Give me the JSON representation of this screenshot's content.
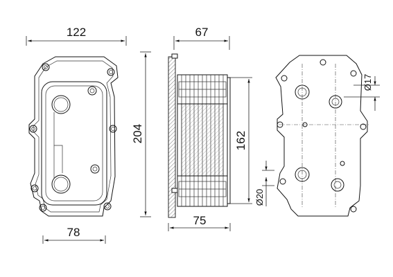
{
  "dimensions": {
    "top_width": "122",
    "bottom_width": "78",
    "height": "204",
    "side_top_width": "67",
    "side_bottom_width": "75",
    "core_height": "162",
    "hole_large": "Ø20",
    "hole_small": "Ø17"
  }
}
